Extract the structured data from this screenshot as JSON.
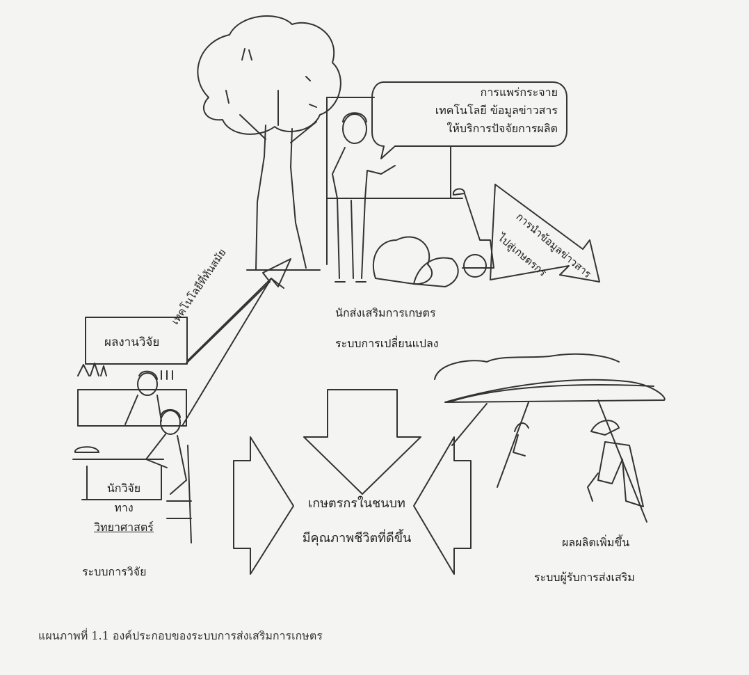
{
  "labels": {
    "speech_bubble": [
      "การแพร่กระจาย",
      "เทคโนโลยี ข้อมูลข่าวสาร",
      "ให้บริการปัจจัยการผลิต"
    ],
    "extension_worker": "นักส่งเสริมการเกษตร",
    "change_system": "ระบบการเปลี่ยนแปลง",
    "research_results": "ผลงานวิจัย",
    "scientist_lines": [
      "นักวิจัย",
      "ทาง",
      "วิทยาศาสตร์"
    ],
    "research_system": "ระบบการวิจัย",
    "arrow_left": "เทคโนโลยีที่ทันสมัย",
    "arrow_right_lines": [
      "การนำข้อมูลข่าวสาร",
      "ไปสู่เกษตรกร"
    ],
    "center_lines": [
      "เกษตรกรในชนบท",
      "มีคุณภาพชีวิตที่ดีขึ้น"
    ],
    "output_increase": "ผลผลิตเพิ่มขึ้น",
    "client_system": "ระบบผู้รับการส่งเสริม"
  },
  "caption": "แผนภาพที่ 1.1  องค์ประกอบของระบบการส่งเสริมการเกษตร"
}
